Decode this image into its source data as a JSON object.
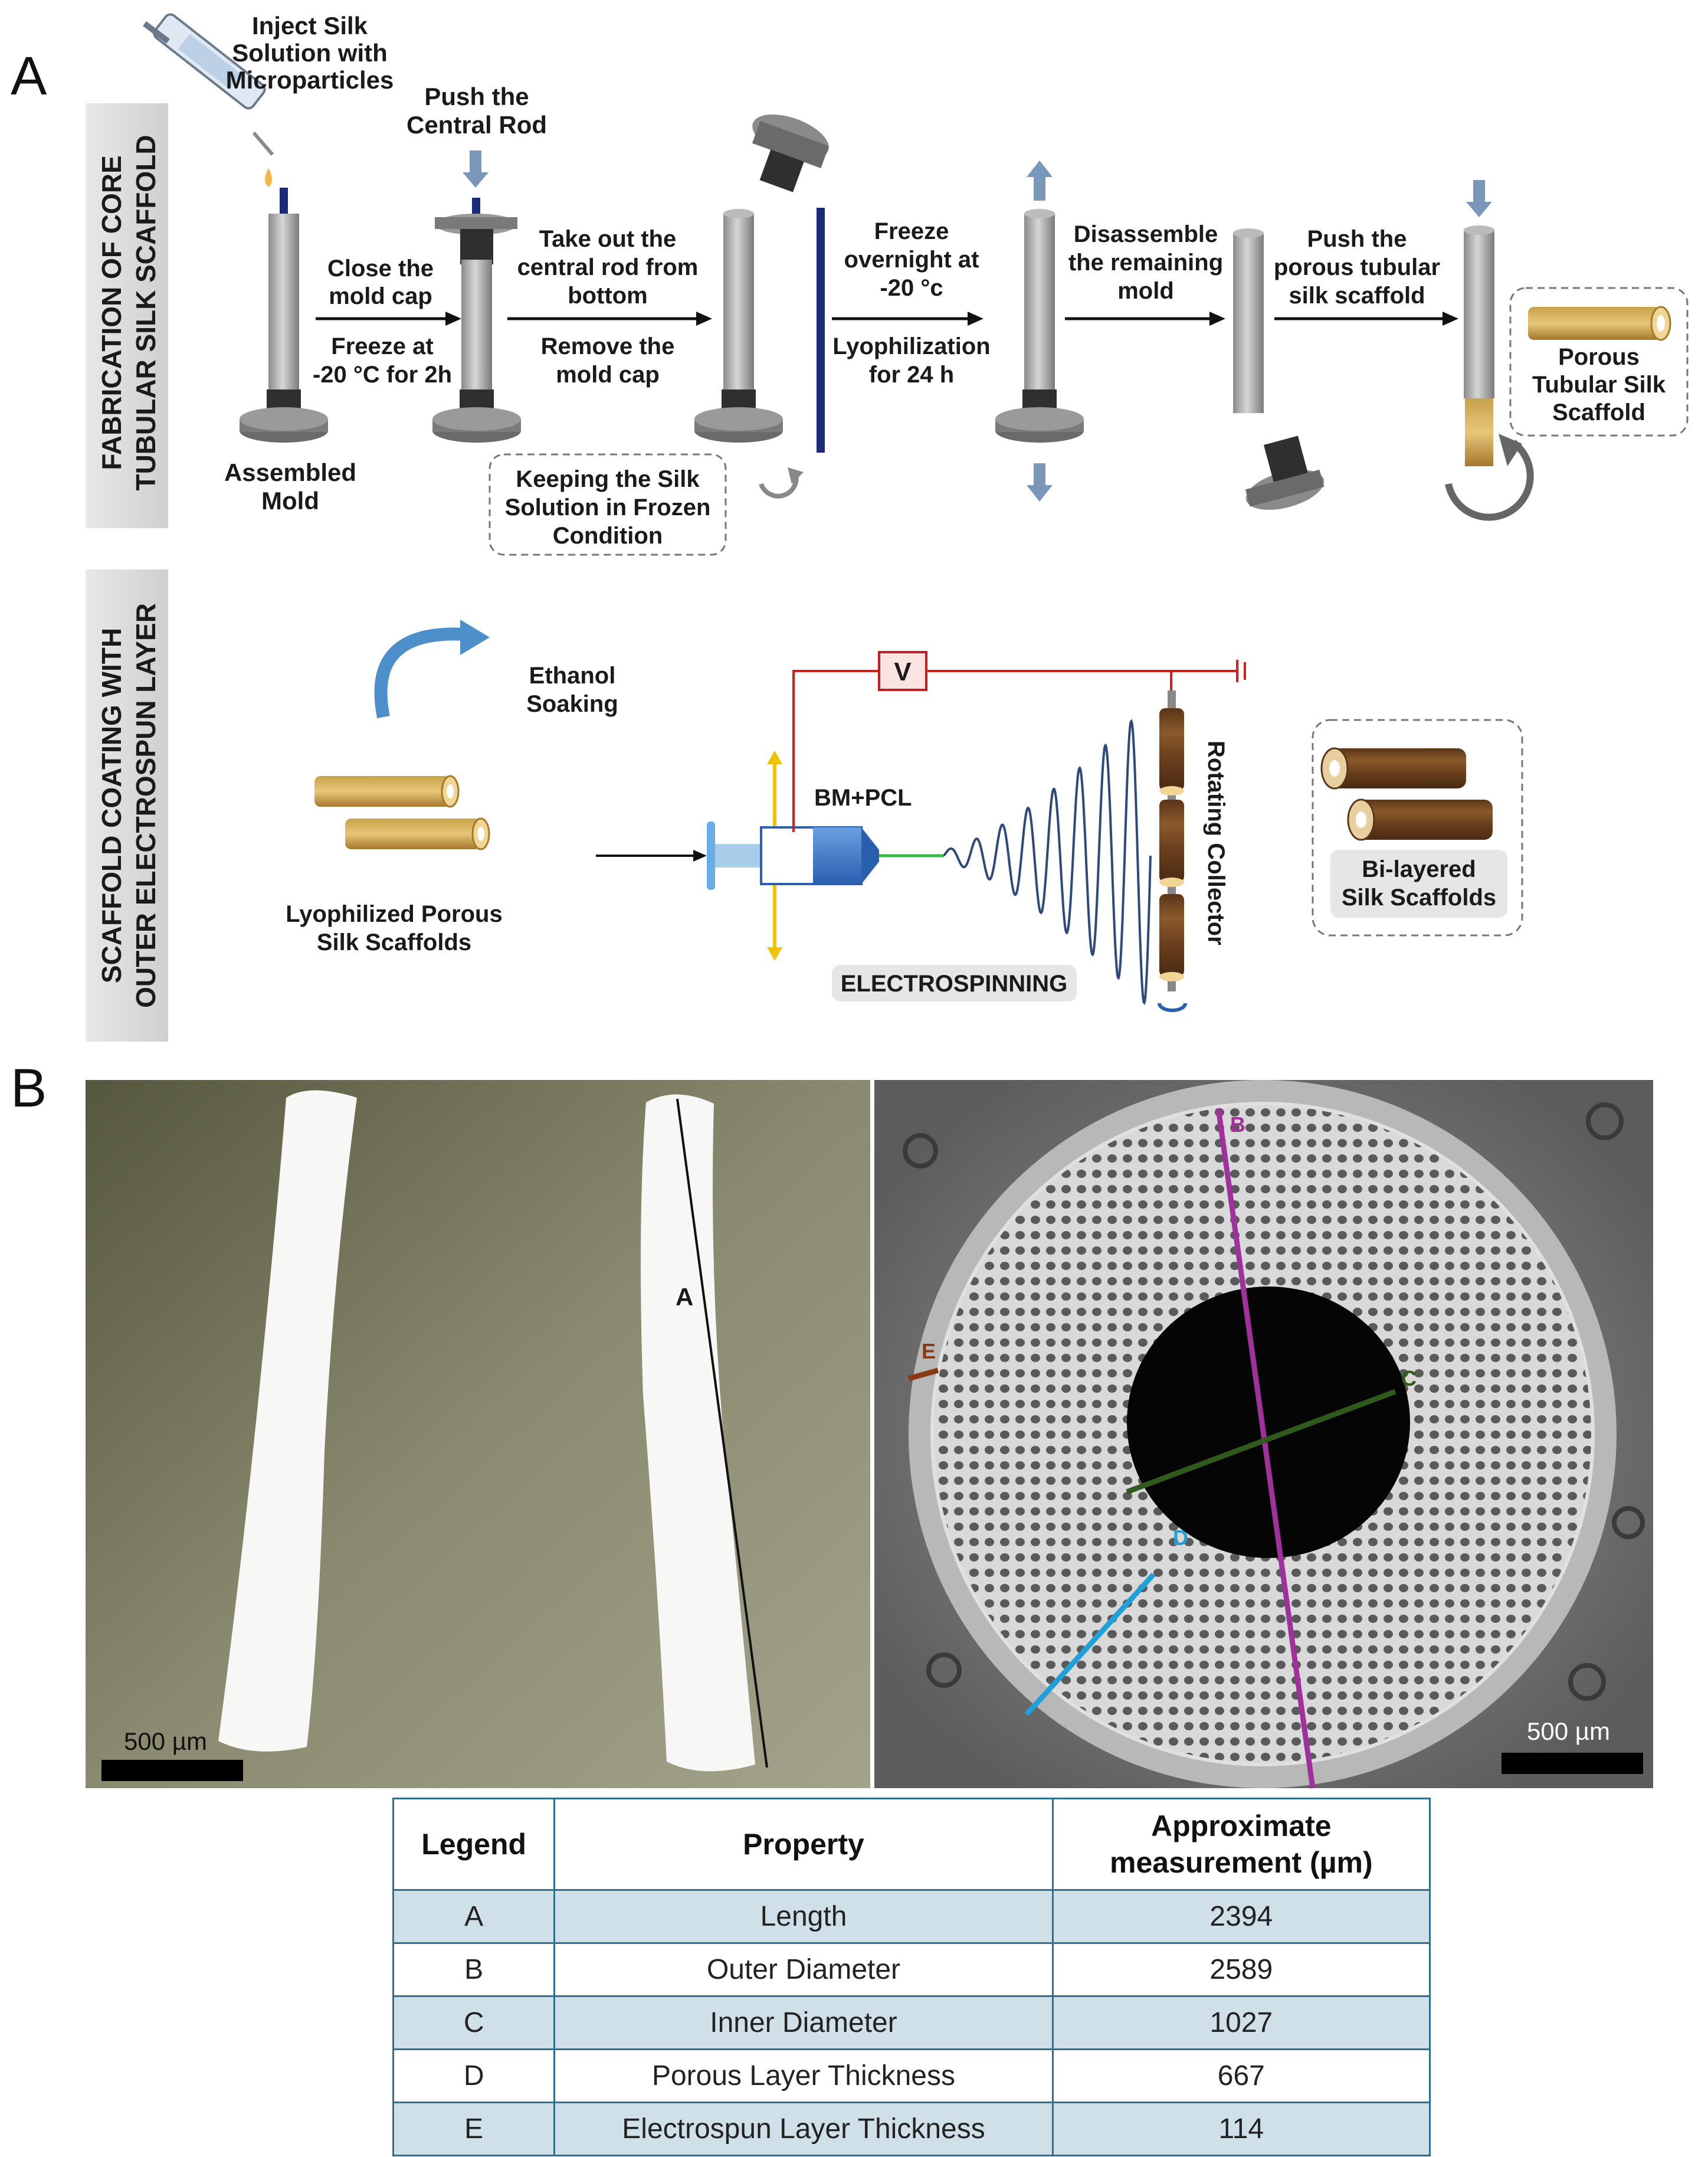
{
  "panels": {
    "a": "A",
    "b": "B"
  },
  "section1": {
    "title_line1": "FABRICATION OF CORE",
    "title_line2": "TUBULAR SILK SCAFFOLD",
    "inject": [
      "Inject Silk",
      "Solution with",
      "Microparticles"
    ],
    "push_rod": [
      "Push the",
      "Central Rod"
    ],
    "close_cap": [
      "Close the",
      "mold cap"
    ],
    "freeze_2h": [
      "Freeze at",
      "-20 °C for 2h"
    ],
    "assembled": [
      "Assembled",
      "Mold"
    ],
    "take_out": [
      "Take out the",
      "central rod from",
      "bottom"
    ],
    "remove_cap": [
      "Remove the",
      "mold cap"
    ],
    "keeping": [
      "Keeping the Silk",
      "Solution in Frozen",
      "Condition"
    ],
    "freeze_overnight": [
      "Freeze",
      "overnight at",
      "-20 °c"
    ],
    "lyophilization": [
      "Lyophilization",
      "for 24 h"
    ],
    "disassemble": [
      "Disassemble",
      "the remaining",
      "mold"
    ],
    "push_porous": [
      "Push the",
      "porous tubular",
      "silk scaffold"
    ],
    "porous_result": [
      "Porous",
      "Tubular Silk",
      "Scaffold"
    ]
  },
  "section2": {
    "title_line1": "SCAFFOLD COATING WITH",
    "title_line2": "OUTER ELECTROSPUN LAYER",
    "ethanol": [
      "Ethanol",
      "Soaking"
    ],
    "lyophilized": [
      "Lyophilized Porous",
      "Silk Scaffolds"
    ],
    "voltage": "V",
    "solution": "BM+PCL",
    "method": "ELECTROSPINNING",
    "collector": "Rotating Collector",
    "result": [
      "Bi-layered",
      "Silk Scaffolds"
    ]
  },
  "photos": {
    "scale_left": "500 µm",
    "scale_right": "500 µm",
    "markers": {
      "a": "A",
      "b": "B",
      "c": "C",
      "d": "D",
      "e": "E"
    }
  },
  "table": {
    "headers": [
      "Legend",
      "Property",
      "Approximate",
      "measurement (µm)"
    ],
    "rows": [
      {
        "legend": "A",
        "property": "Length",
        "value": "2394"
      },
      {
        "legend": "B",
        "property": "Outer Diameter",
        "value": "2589"
      },
      {
        "legend": "C",
        "property": "Inner Diameter",
        "value": "1027"
      },
      {
        "legend": "D",
        "property": "Porous Layer Thickness",
        "value": "667"
      },
      {
        "legend": "E",
        "property": "Electrospun Layer Thickness",
        "value": "114"
      }
    ]
  },
  "colors": {
    "marker_b": "#a0309a",
    "marker_c": "#2f5a1c",
    "marker_d": "#1fa0d8",
    "marker_e": "#8a3a12",
    "circuit": "#d02020",
    "table_stripe": "#cfe0e9",
    "table_border": "#2f6f8f"
  }
}
